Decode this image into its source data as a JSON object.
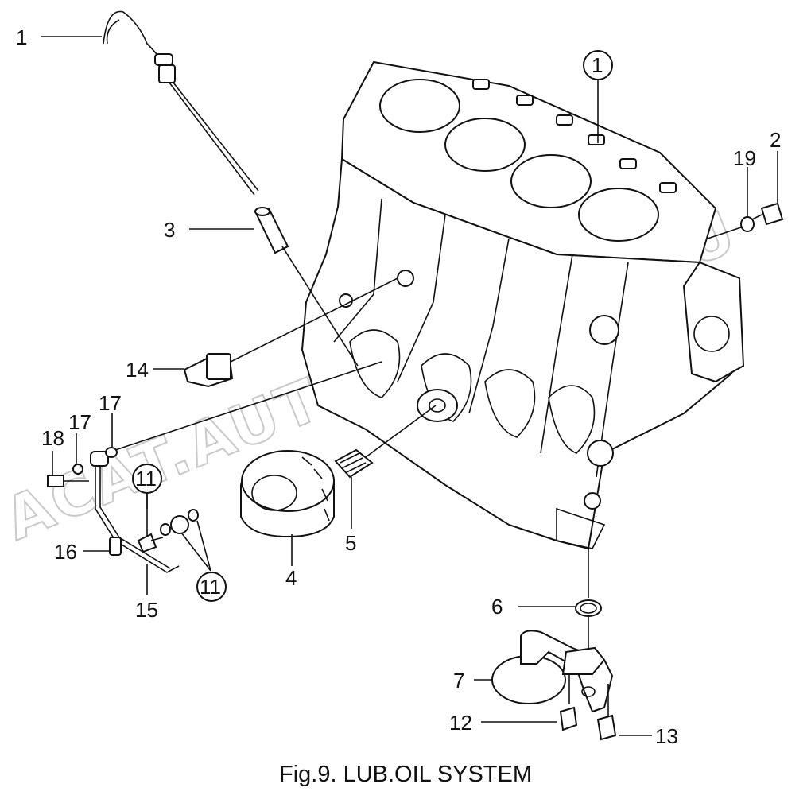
{
  "caption": "Fig.9.  LUB.OIL SYSTEM",
  "watermark": "ACAT.AUTODEALER.RU",
  "callouts": {
    "c1a": "1",
    "c1b": "1",
    "c2": "2",
    "c3": "3",
    "c4": "4",
    "c5": "5",
    "c6": "6",
    "c7": "7",
    "c11a": "11",
    "c11b": "11",
    "c12": "12",
    "c13": "13",
    "c14": "14",
    "c15": "15",
    "c16": "16",
    "c17a": "17",
    "c17b": "17",
    "c18": "18",
    "c19": "19"
  }
}
